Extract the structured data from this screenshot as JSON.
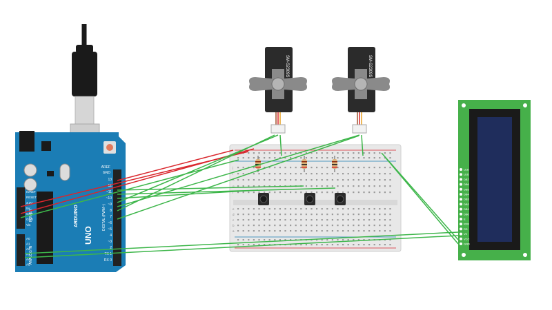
{
  "arduino": {
    "aref": "AREF",
    "gnd": "GND",
    "digital_pins": [
      "13",
      "12",
      "~11",
      "~10",
      "~9",
      "8",
      "7",
      "~6",
      "~5",
      "4",
      "~3",
      "2",
      "TX 1",
      "RX 0"
    ],
    "brand": "ARDUINO",
    "model": "UNO",
    "digital_label": "DIGITAL (PWM~)",
    "power_label": "POWER",
    "power_pins": [
      "IOREF",
      "RESET",
      "3.3V",
      "5V",
      "GND",
      "GND",
      "Vin"
    ],
    "analog_label": "ANALOG IN",
    "analog_pins": [
      "A0",
      "A1",
      "A2",
      "A3",
      "A4",
      "A5"
    ]
  },
  "servos": [
    {
      "label": "SM-S2309S"
    },
    {
      "label": "SM-S2309S"
    }
  ],
  "breadboard": {
    "rows_top": [
      "j",
      "i",
      "h",
      "g",
      "f"
    ],
    "rows_bottom": [
      "e",
      "d",
      "c",
      "b",
      "a"
    ]
  },
  "lcd": {
    "pins": [
      "LED",
      "LED",
      "DB7",
      "DB6",
      "DB5",
      "DB4",
      "DB3",
      "DB2",
      "DB1",
      "DB0",
      "E",
      "R/W",
      "RS",
      "V0",
      "VCC",
      "GND"
    ]
  },
  "colors": {
    "arduino_board": "#1b7db5",
    "lcd_board": "#46b04a",
    "lcd_screen": "#1f2d5c",
    "wire_green": "#3db64a",
    "wire_red": "#d9262c",
    "breadboard": "#e8e8e8",
    "servo_body": "#2b2b2b"
  }
}
